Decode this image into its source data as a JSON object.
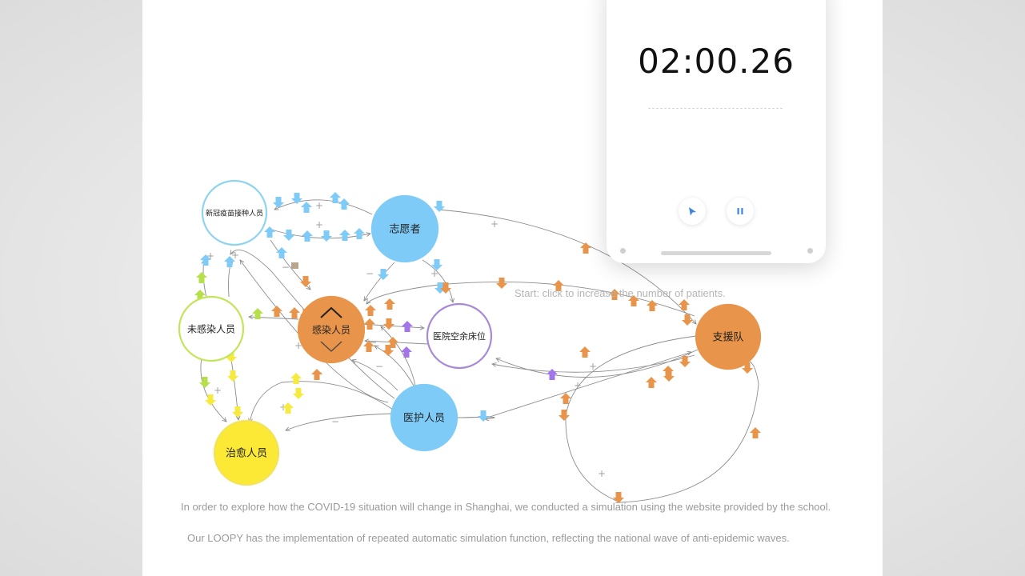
{
  "diagram": {
    "nodes": [
      {
        "id": "vaccinated",
        "label": "新冠疫苗接种人员",
        "fill": "#ffffff",
        "stroke": "#8fd3f0",
        "text_color": "#222"
      },
      {
        "id": "volunteers",
        "label": "志愿者",
        "fill": "#7ecbf7",
        "stroke": "#7ecbf7",
        "text_color": "#222"
      },
      {
        "id": "uninfected",
        "label": "未感染人员",
        "fill": "#ffffff",
        "stroke": "#c3e55a",
        "text_color": "#222"
      },
      {
        "id": "infected",
        "label": "感染人员",
        "fill": "#e8944a",
        "stroke": "#e8944a",
        "text_color": "#222"
      },
      {
        "id": "beds",
        "label": "医院空余床位",
        "fill": "#ffffff",
        "stroke": "#a889d6",
        "text_color": "#222"
      },
      {
        "id": "support",
        "label": "支援队",
        "fill": "#e8944a",
        "stroke": "#e8944a",
        "text_color": "#222"
      },
      {
        "id": "medical",
        "label": "医护人员",
        "fill": "#7ecbf7",
        "stroke": "#7ecbf7",
        "text_color": "#222"
      },
      {
        "id": "recovered",
        "label": "治愈人员",
        "fill": "#fbe935",
        "stroke": "#f3e35a",
        "text_color": "#222"
      }
    ],
    "colors": {
      "blue": "#7ecbf7",
      "orange": "#e8944a",
      "yellow": "#f7ea3e",
      "green": "#b6e04a",
      "purple": "#a276e8",
      "edge": "#8c8c8c"
    },
    "start_hint": "Start:  click to increase the number of patients."
  },
  "captions": {
    "line1": "In order to explore how the COVID-19 situation will change in Shanghai, we conducted a simulation using the website provided by the school.",
    "line2": "Our LOOPY has the implementation of repeated automatic simulation function, reflecting the national wave of anti-epidemic waves."
  },
  "recorder": {
    "timer": "02:00.26",
    "play_icon": "cursor-arrow-icon",
    "pause_icon": "pause-icon",
    "accent": "#3f86d9"
  }
}
